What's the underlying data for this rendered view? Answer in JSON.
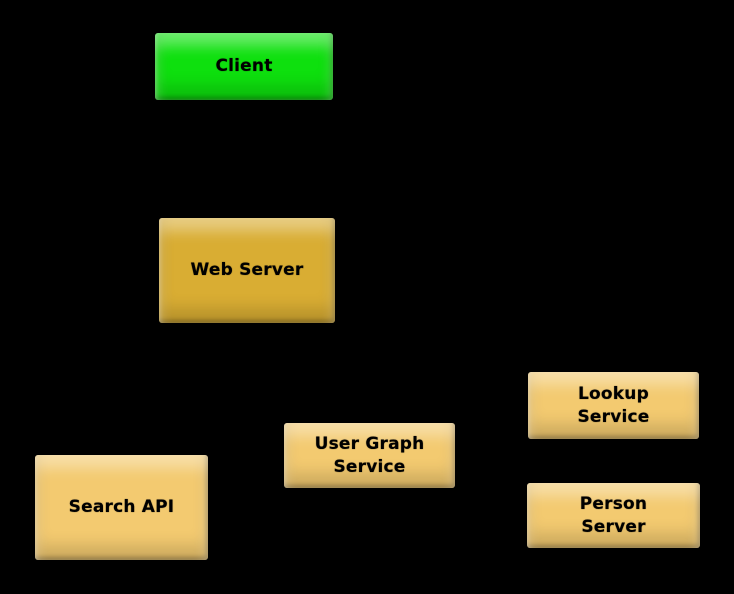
{
  "background_color": "#000000",
  "label_text_color": "#000000",
  "nodes": {
    "client": {
      "label": "Client",
      "fill": "#0ee00e"
    },
    "web_server": {
      "label": "Web Server",
      "fill": "#d9ad33"
    },
    "search_api": {
      "label": "Search API",
      "fill": "#f3ca70"
    },
    "user_graph_service": {
      "label": "User Graph\nService",
      "fill": "#f3ca70"
    },
    "lookup_service": {
      "label": "Lookup\nService",
      "fill": "#f3ca70"
    },
    "person_server": {
      "label": "Person\nServer",
      "fill": "#f3ca70"
    }
  }
}
